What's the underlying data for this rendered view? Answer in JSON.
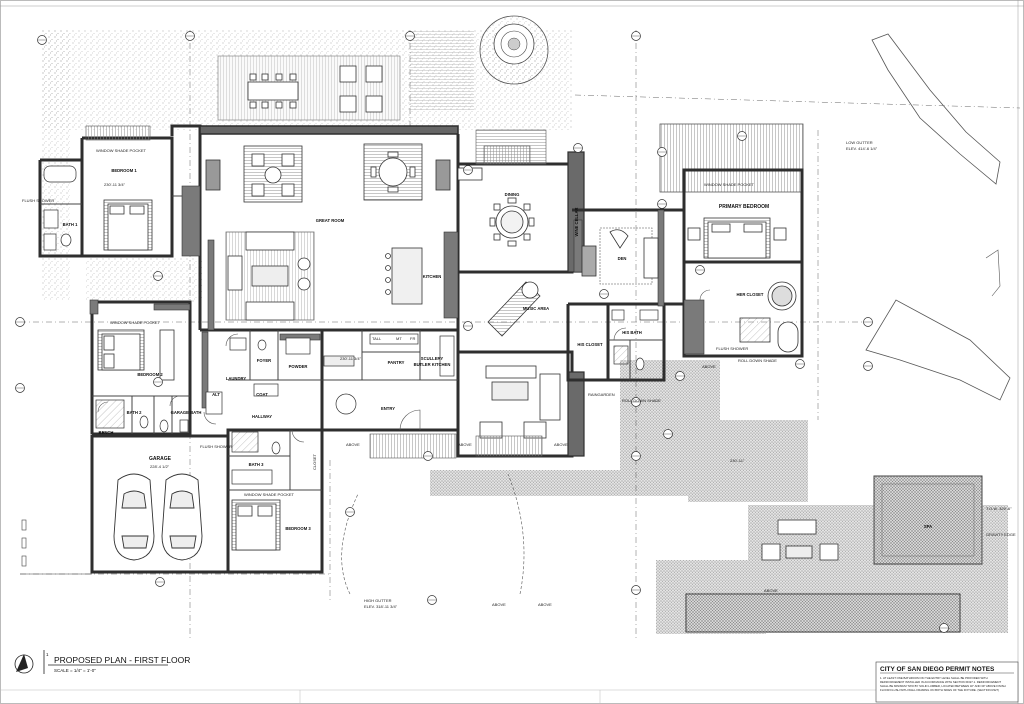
{
  "drawing": {
    "title": "PROPOSED PLAN - FIRST FLOOR",
    "scale": "SCALE = 1/4\" = 1'-0\"",
    "sheet_number": "1"
  },
  "rooms": {
    "great_room": "GREAT ROOM",
    "kitchen": "KITCHEN",
    "dining": "DINING",
    "music_area": "MUSIC AREA",
    "den": "DEN",
    "primary_bedroom": "PRIMARY BEDROOM",
    "her_closet": "HER CLOSET",
    "his_closet": "HIS CLOSET",
    "his_bath": "HIS BATH",
    "bedroom_1": "BEDROOM 1",
    "bedroom_2": "BEDROOM 2",
    "bedroom_3": "BEDROOM 3",
    "bath_1": "BATH 1",
    "bath_2": "BATH 2",
    "bath_3": "BATH 3",
    "garage": "GARAGE",
    "garage_bath": "GARAGE BATH",
    "laundry": "LAUNDRY",
    "hallway": "HALLWAY",
    "foyer": "FOYER",
    "powder": "POWDER",
    "pantry": "PANTRY",
    "scullery": "SCULLERY",
    "butler_kitchen": "BUTLER KITCHEN",
    "entry": "ENTRY",
    "coat": "COAT",
    "bench": "BENCH",
    "wine_cellar": "WINE CELLAR",
    "spa": "SPA",
    "alt": "ALT"
  },
  "callouts": {
    "window_shade_pocket": "WINDOW SHADE POCKET",
    "curbless_shower": "FLUSH SHOWER",
    "roll_down_shade": "ROLL DOWN SHADE",
    "raingarden": "RAINGARDEN",
    "low_gutter": "LOW GUTTER",
    "low_gutter_elev": "ELEV. 414'-6 1/4\"",
    "high_gutter": "HIGH GUTTER",
    "high_gutter_elev": "ELEV. 318'-11 3/4\"",
    "t_o_wall": "T.O.W. 329'-6\"",
    "above": "ABOVE",
    "gravity_edge": "GRAVITY EDGE",
    "closet": "CLOSET",
    "tall": "TALL",
    "mt": "MT",
    "fr": "FR",
    "dim_bedroom1": "230'-11 3/4\"",
    "dim_great": "230'-11 3/4\"",
    "dim_garage": "228'-4 1/2\"",
    "dim_spa": "230'-11\""
  },
  "permit_notes": {
    "title": "CITY OF SAN DIEGO PERMIT NOTES",
    "lines": [
      "1. AT LEAST ONE BATHROOM ON THE ENTRY LEVEL SHALL BE PROVIDED WITH",
      "REINFORCEMENT INSTALLED IN ACCORDANCE WITH SECTION R327.1. REINFORCEMENT",
      "SHALL BE MINIMUM TWO BY SOLID LUMBER, LOCATED BETWEEN 32\" AND 39\" ABOVE FINISH",
      "FLOOR FLUSH WITH WALL FRAMING ON BOTH SIDES OF THE FIXTURE. (SECTION R327)"
    ]
  },
  "colors": {
    "wall": "#3a3a3a",
    "line": "#555555",
    "hatch": "#8a8a8a",
    "paper": "#ffffff"
  }
}
